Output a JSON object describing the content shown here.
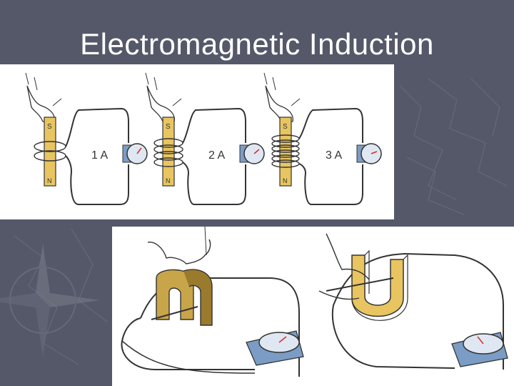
{
  "slide": {
    "title": "Electromagnetic Induction"
  },
  "top_figure": {
    "panels": [
      {
        "north_label": "N",
        "south_label": "S",
        "current_label": "1 A",
        "coil_turns": 2
      },
      {
        "north_label": "N",
        "south_label": "S",
        "current_label": "2 A",
        "coil_turns": 4
      },
      {
        "north_label": "N",
        "south_label": "S",
        "current_label": "3 A",
        "coil_turns": 6
      }
    ]
  },
  "colors": {
    "slide_background": "#555868",
    "magnet": "#e8c560",
    "meter": "#7b9cc4",
    "needle": "#d0302a"
  }
}
